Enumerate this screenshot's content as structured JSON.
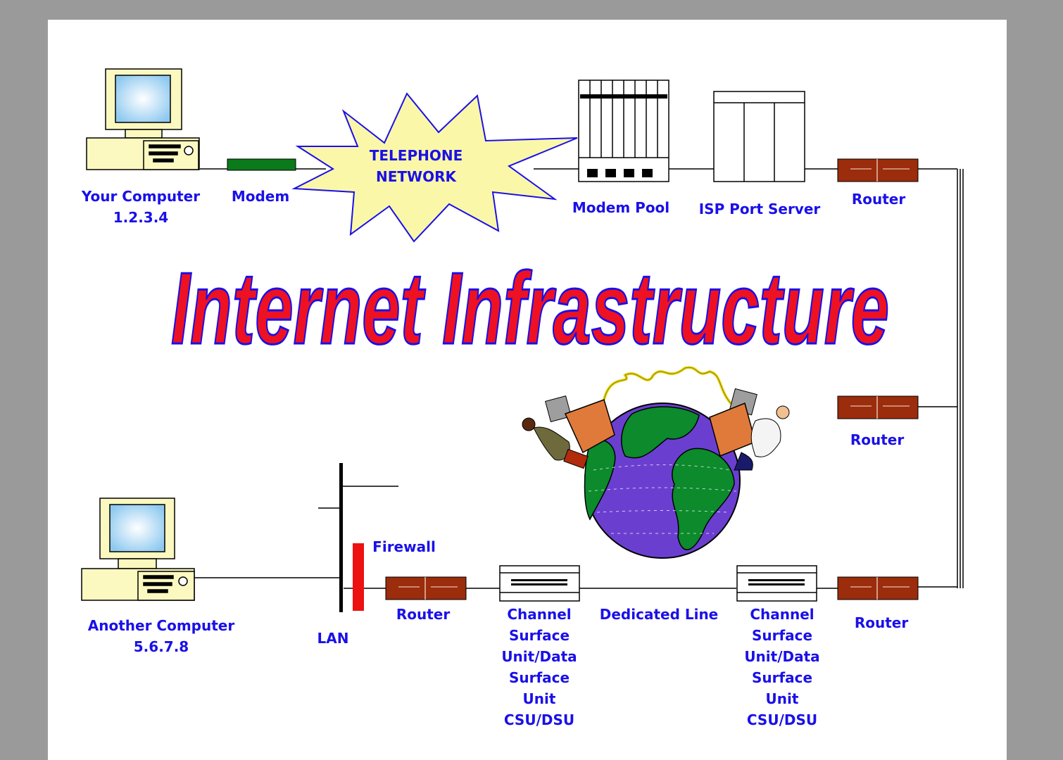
{
  "slide": {
    "title": "Internet Infrastructure"
  },
  "labels": {
    "your_computer": [
      "Your Computer",
      "1.2.3.4"
    ],
    "modem": "Modem",
    "telephone_network": [
      "TELEPHONE",
      "NETWORK"
    ],
    "modem_pool": "Modem Pool",
    "isp_port_server": "ISP Port Server",
    "router_top": "Router",
    "router_mid": "Router",
    "router_bottom_right": "Router",
    "router_bottom_left": "Router",
    "firewall": "Firewall",
    "lan": "LAN",
    "another_computer": [
      "Another Computer",
      "5.6.7.8"
    ],
    "dedicated_line": "Dedicated Line",
    "csu_dsu_left": [
      "Channel",
      "Surface",
      "Unit/Data",
      "Surface",
      "Unit",
      "CSU/DSU"
    ],
    "csu_dsu_right": [
      "Channel",
      "Surface",
      "Unit/Data",
      "Surface",
      "Unit",
      "CSU/DSU"
    ]
  },
  "colors": {
    "label_text": "#1a10e8",
    "title_fill": "#ee1122",
    "title_outline": "#1a10e8",
    "router_fill": "#9b2c0c",
    "modem_fill": "#0b7a1a",
    "firewall_fill": "#ee1111",
    "starburst_fill": "#fbf7a8",
    "starburst_stroke": "#1a10e8",
    "globe_ocean": "#6a3fd0",
    "globe_land": "#0c8a2c",
    "screen_blue": "#a8d8f5",
    "computer_beige": "#fbf8c0"
  }
}
